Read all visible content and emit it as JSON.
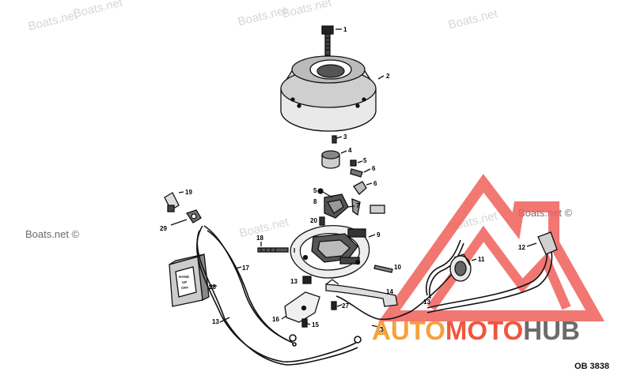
{
  "watermarks": [
    "Boats.net",
    "Boats.net",
    "Boats.net",
    "Boats.net",
    "Boats.net",
    "Boats.net",
    "Boats.net",
    "Boats.net ©",
    "Boats.net ©"
  ],
  "brand": {
    "part1": "AUTO",
    "part2": "MOTO",
    "part3": "HUB",
    "triangle_color": "#f0605a"
  },
  "diagram_code": "OB 3838",
  "callouts": [
    "1",
    "2",
    "3",
    "4",
    "5",
    "6",
    "5",
    "6",
    "7",
    "8",
    "9",
    "10",
    "11",
    "12",
    "13",
    "13",
    "13",
    "13",
    "14",
    "15",
    "16",
    "17",
    "18",
    "19",
    "20",
    "27",
    "28",
    "29"
  ],
  "switch_label": [
    "HAND",
    "UP",
    "OFF"
  ]
}
